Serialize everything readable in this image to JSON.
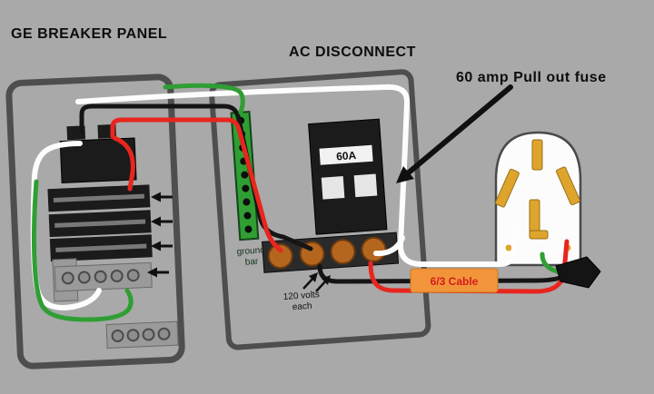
{
  "labels": {
    "breaker_panel": "GE BREAKER PANEL",
    "ac_disconnect": "AC DISCONNECT",
    "fuse_callout": "60 amp Pull out fuse",
    "fuse_rating": "60A",
    "ground_bar_line1": "ground",
    "ground_bar_line2": "bar",
    "volts_line1": "120 volts",
    "volts_line2": "each",
    "cable": "6/3 Cable"
  },
  "colors": {
    "background": "#a9a9a9",
    "panel_outline": "#4e4e4e",
    "breaker_body": "#1b1b1b",
    "metal_gray": "#9a9a9a",
    "wire_white": "#fdfdfd",
    "wire_black": "#151515",
    "wire_red": "#e8251e",
    "wire_green": "#2f9e33",
    "ground_bar": "#2f9e33",
    "terminal_copper": "#b5661e",
    "cable_label_bg": "#f2953a",
    "cable_label_text": "#d21c1c",
    "prong_gold": "#dfa42c",
    "receptacle_white": "#fcfcfc",
    "plug_black": "#141414",
    "annotation": "#101010"
  }
}
